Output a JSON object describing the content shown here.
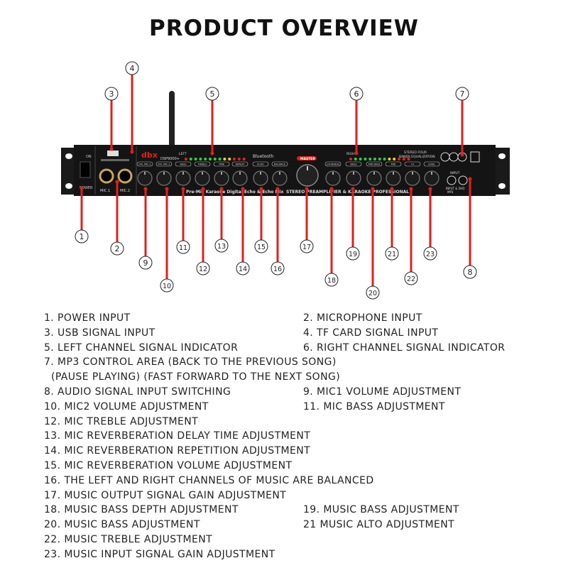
{
  "title": "PRODUCT OVERVIEW",
  "device": {
    "brand": "dbx",
    "model": "DSP9000+",
    "bluetooth": "Bluetooth",
    "power_on": "ON",
    "power_label": "POWER",
    "mic1": "MIC.1",
    "mic2": "MIC.2",
    "left_meter": "LEFT",
    "right_meter": "RIGHT",
    "eq_title_1": "STEREO FOUR",
    "eq_title_2": "BANDS EQUALIZATION",
    "master": "MASTER",
    "input_label": "INPUT",
    "input_sub": "INPUT & DVD",
    "mp3_label": "MP3",
    "strip_left": "Pre-Mic Karaoke Digital Echo & Echo Mix",
    "strip_right": "STEREO PREAMPLIFIER & KARAOKE PROFESSIONAL",
    "knobs": [
      "VOL MIC.1",
      "VOL MIC.2",
      "BASS",
      "TREBLE",
      "TIME",
      "REPEAT",
      "ECHO",
      "BALANCE",
      "LOUDNESS",
      "BASS",
      "MID BASS",
      "MID",
      "HI",
      "LEVEL"
    ],
    "colors": {
      "body": "#141414",
      "accent": "#e0201c",
      "led_green": "#2fd13a",
      "led_yellow": "#f2d21a",
      "led_red": "#e52222"
    }
  },
  "callouts": [
    "1",
    "2",
    "3",
    "4",
    "5",
    "6",
    "7",
    "8",
    "9",
    "10",
    "11",
    "12",
    "13",
    "14",
    "15",
    "16",
    "17",
    "18",
    "19",
    "20",
    "21",
    "22",
    "23"
  ],
  "legend": [
    [
      "1. POWER INPUT",
      "2. MICROPHONE INPUT"
    ],
    [
      "3. USB SIGNAL INPUT",
      "4. TF CARD SIGNAL INPUT"
    ],
    [
      "5. LEFT CHANNEL SIGNAL INDICATOR",
      "6. RIGHT CHANNEL SIGNAL INDICATOR"
    ],
    [
      "7. MP3 CONTROL AREA (BACK TO THE PREVIOUS SONG)"
    ],
    [
      "(PAUSE PLAYING) (FAST FORWARD TO THE NEXT SONG)"
    ],
    [
      "8. AUDIO SIGNAL INPUT SWITCHING",
      "9. MIC1 VOLUME ADJUSTMENT"
    ],
    [
      "10. MIC2 VOLUME ADJUSTMENT",
      "11. MIC BASS ADJUSTMENT"
    ],
    [
      "12. MIC TREBLE ADJUSTMENT"
    ],
    [
      "13. MIC REVERBERATION DELAY TIME ADJUSTMENT"
    ],
    [
      "14. MIC REVERBERATION REPETITION ADJUSTMENT"
    ],
    [
      "15. MIC REVERBERATION VOLUME ADJUSTMENT"
    ],
    [
      "16. THE LEFT AND RIGHT CHANNELS OF MUSIC ARE BALANCED"
    ],
    [
      "17. MUSIC OUTPUT SIGNAL GAIN ADJUSTMENT"
    ],
    [
      "18. MUSIC BASS DEPTH ADJUSTMENT",
      "19. MUSIC BASS ADJUSTMENT"
    ],
    [
      "20. MUSIC BASS ADJUSTMENT",
      "21 MUSIC ALTO ADJUSTMENT"
    ],
    [
      "22. MUSIC TREBLE ADJUSTMENT"
    ],
    [
      "23. MUSIC INPUT SIGNAL GAIN ADJUSTMENT"
    ]
  ]
}
